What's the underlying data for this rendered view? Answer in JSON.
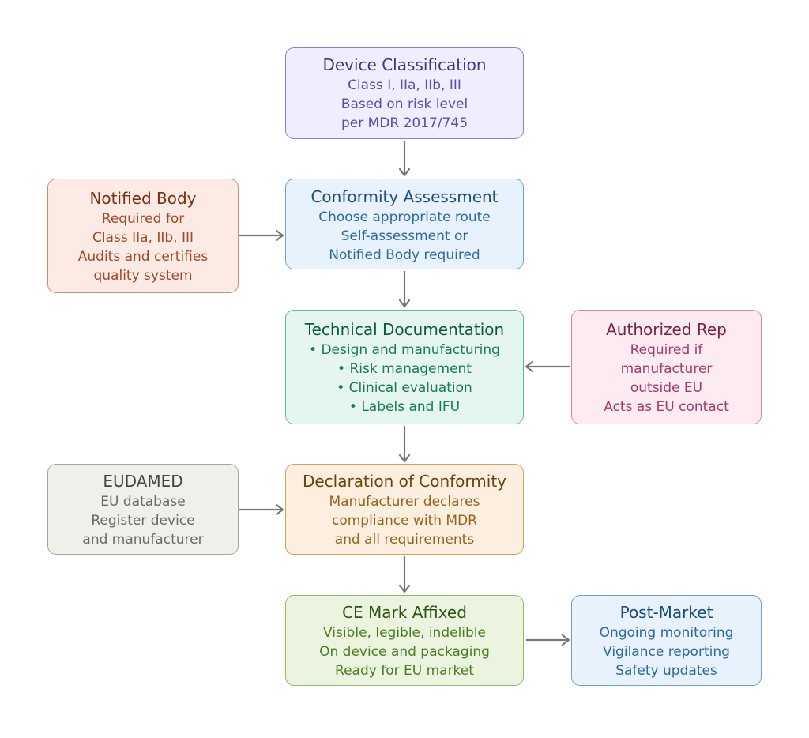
{
  "boxes": {
    "classification": {
      "title": "Device Classification",
      "lines": [
        "Class I, IIa, IIb, III",
        "Based on risk level",
        "per MDR 2017/745"
      ],
      "fill": "#efeefe",
      "border": "#8b7fd0",
      "title_color": "#3f3585",
      "text_color": "#5a4db0"
    },
    "conformity": {
      "title": "Conformity Assessment",
      "lines": [
        "Choose appropriate route",
        "Self-assessment or",
        "Notified Body required"
      ],
      "fill": "#e8f2fc",
      "border": "#6f9fd0",
      "title_color": "#1c4d7a",
      "text_color": "#2c68a3"
    },
    "notified": {
      "title": "Notified Body",
      "lines": [
        "Required for",
        "Class IIa, IIb, III",
        "Audits and certifies",
        "quality system"
      ],
      "fill": "#fcebe5",
      "border": "#d78a70",
      "title_color": "#7a2e14",
      "text_color": "#a4472a"
    },
    "techdoc": {
      "title": "Technical Documentation",
      "lines": [
        "• Design and manufacturing",
        "• Risk management",
        "• Clinical evaluation",
        "• Labels and IFU"
      ],
      "fill": "#e5f6ef",
      "border": "#65b793",
      "title_color": "#0e5a3c",
      "text_color": "#1a7a52"
    },
    "authrep": {
      "title": "Authorized Rep",
      "lines": [
        "Required if",
        "manufacturer",
        "outside EU",
        "Acts as EU contact"
      ],
      "fill": "#fcebf1",
      "border": "#d487a5",
      "title_color": "#7a2146",
      "text_color": "#a53a66"
    },
    "declaration": {
      "title": "Declaration of Conformity",
      "lines": [
        "Manufacturer declares",
        "compliance with MDR",
        "and all requirements"
      ],
      "fill": "#fcefdf",
      "border": "#d2a05f",
      "title_color": "#6e430b",
      "text_color": "#96621a"
    },
    "eudamed": {
      "title": "EUDAMED",
      "lines": [
        "EU database",
        "Register device",
        "and manufacturer"
      ],
      "fill": "#f0efea",
      "border": "#a6a49c",
      "title_color": "#45443f",
      "text_color": "#6b6963"
    },
    "cemark": {
      "title": "CE Mark Affixed",
      "lines": [
        "Visible, legible, indelible",
        "On device and packaging",
        "Ready for EU market"
      ],
      "fill": "#ebf4df",
      "border": "#8dbd65",
      "title_color": "#2c5412",
      "text_color": "#4a7d22"
    },
    "postmarket": {
      "title": "Post-Market",
      "lines": [
        "Ongoing monitoring",
        "Vigilance reporting",
        "Safety updates"
      ],
      "fill": "#e8f2fc",
      "border": "#6f9fd0",
      "title_color": "#1c4d7a",
      "text_color": "#2c68a3"
    }
  },
  "colors": {
    "arrow": "#777777",
    "background": "#ffffff"
  }
}
